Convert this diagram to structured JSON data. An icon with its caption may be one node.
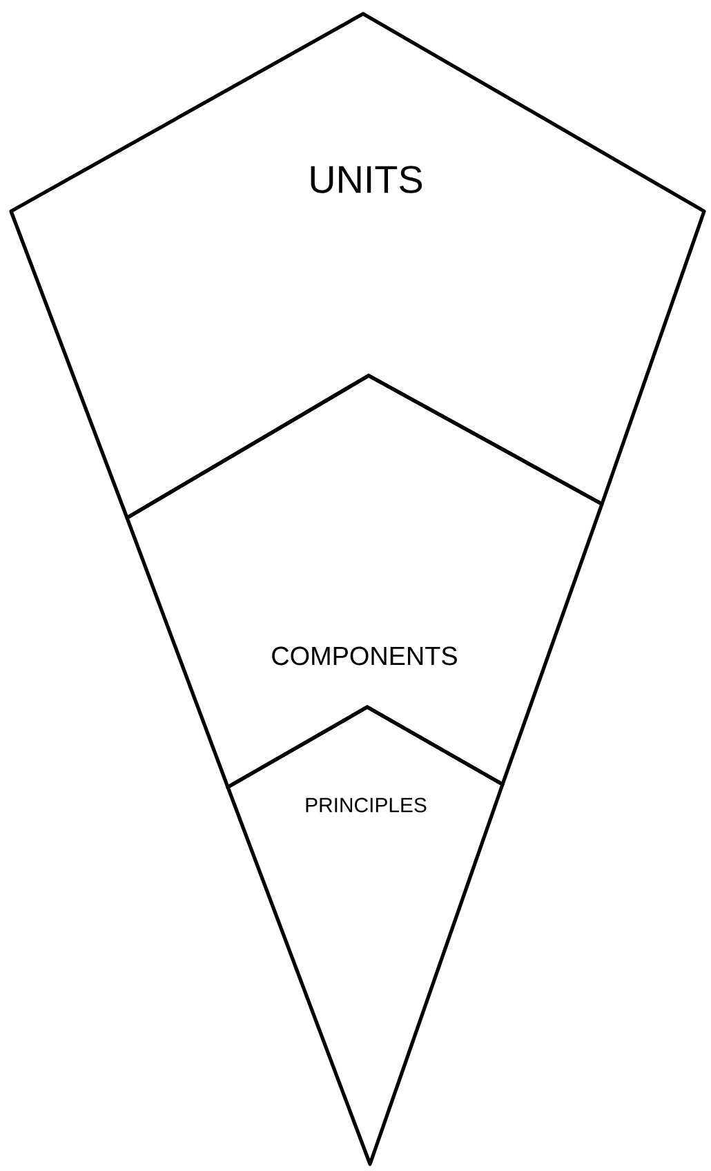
{
  "diagram": {
    "nodes": [
      {
        "text": [
          "UNITS"
        ]
      },
      {
        "text": [
          "COMPONENTS"
        ]
      },
      {
        "text": [
          "PRINCIPLES"
        ]
      }
    ]
  }
}
